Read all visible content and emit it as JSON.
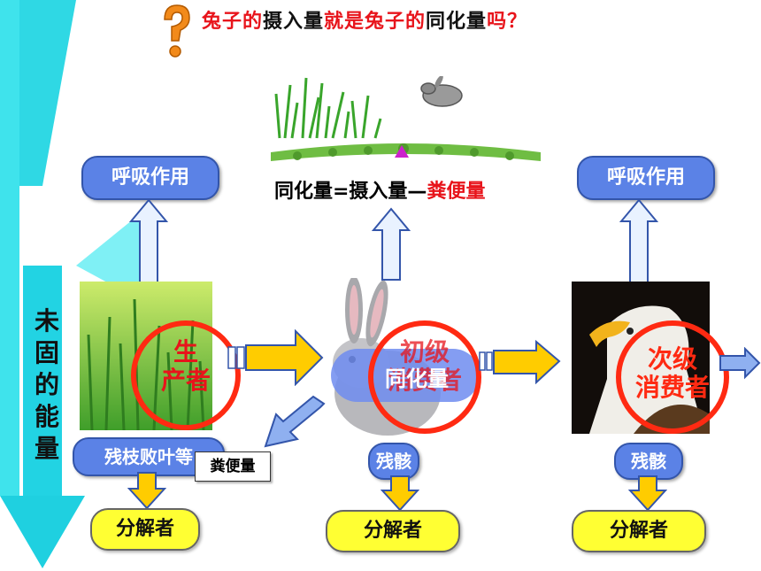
{
  "title": {
    "part1": "兔子的",
    "part2": "摄入量",
    "part3": "就是兔子的",
    "part4": "同化量",
    "part5": "吗？"
  },
  "side_label": "未\n固\n的\n能\n量",
  "formula": {
    "main": "同化量=摄入量—",
    "red": "粪便量"
  },
  "respiration_left": "呼吸作用",
  "respiration_right": "呼吸作用",
  "producer_label": "生\n产者",
  "primary_label": "初级\n消费者",
  "assimilation_label": "同化量",
  "secondary_label": "次级\n消费者",
  "litter_label": "残枝败叶等",
  "feces_label": "粪便量",
  "remains_1": "残骸",
  "remains_2": "残骸",
  "decomposer_1": "分解者",
  "decomposer_2": "分解者",
  "decomposer_3": "分解者",
  "icons": [
    "question-icon",
    "grass-icon",
    "rabbit-icon",
    "eagle-icon"
  ],
  "colors": {
    "accent_red": "#e8141b",
    "pill_blue": "#5b82e6",
    "pill_yellow": "#ffff33",
    "cyan": "#33e0e8",
    "arrow_yellow": "#ffcc00"
  }
}
